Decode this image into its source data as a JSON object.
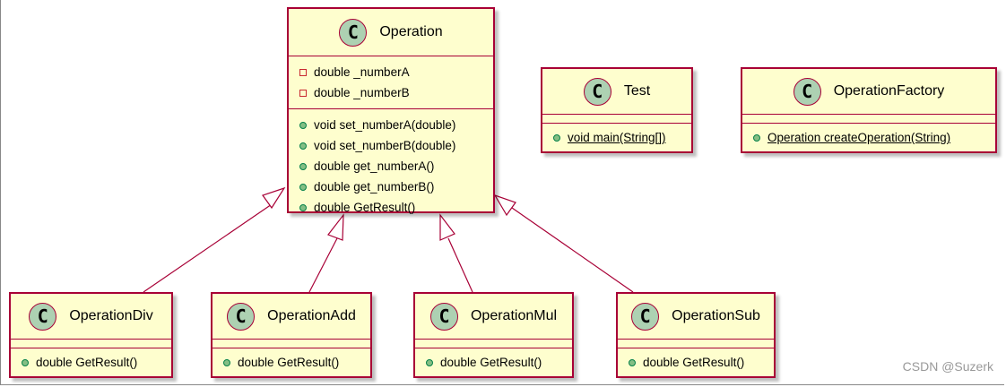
{
  "classes": {
    "operation": {
      "name": "Operation",
      "badge": "C",
      "fields": [
        {
          "visibility": "private",
          "text": "double _numberA"
        },
        {
          "visibility": "private",
          "text": "double _numberB"
        }
      ],
      "methods": [
        {
          "visibility": "public",
          "text": "void set_numberA(double)"
        },
        {
          "visibility": "public",
          "text": "void set_numberB(double)"
        },
        {
          "visibility": "public",
          "text": "double get_numberA()"
        },
        {
          "visibility": "public",
          "text": "double get_numberB()"
        },
        {
          "visibility": "public",
          "text": "double GetResult()"
        }
      ]
    },
    "test": {
      "name": "Test",
      "badge": "C",
      "methods": [
        {
          "visibility": "public",
          "static": true,
          "text": "void main(String[])"
        }
      ]
    },
    "factory": {
      "name": "OperationFactory",
      "badge": "C",
      "methods": [
        {
          "visibility": "public",
          "static": true,
          "text": "Operation createOperation(String)"
        }
      ]
    },
    "div": {
      "name": "OperationDiv",
      "badge": "C",
      "methods": [
        {
          "visibility": "public",
          "text": "double GetResult()"
        }
      ]
    },
    "add": {
      "name": "OperationAdd",
      "badge": "C",
      "methods": [
        {
          "visibility": "public",
          "text": "double GetResult()"
        }
      ]
    },
    "mul": {
      "name": "OperationMul",
      "badge": "C",
      "methods": [
        {
          "visibility": "public",
          "text": "double GetResult()"
        }
      ]
    },
    "sub": {
      "name": "OperationSub",
      "badge": "C",
      "methods": [
        {
          "visibility": "public",
          "text": "double GetResult()"
        }
      ]
    }
  },
  "relations": [
    {
      "type": "inheritance",
      "from": "OperationDiv",
      "to": "Operation"
    },
    {
      "type": "inheritance",
      "from": "OperationAdd",
      "to": "Operation"
    },
    {
      "type": "inheritance",
      "from": "OperationMul",
      "to": "Operation"
    },
    {
      "type": "inheritance",
      "from": "OperationSub",
      "to": "Operation"
    }
  ],
  "colors": {
    "class_fill": "#FEFECE",
    "border": "#A80036",
    "badge_fill": "#ADD1B2",
    "public_dot": "#84BE84",
    "private_box": "#C82930"
  },
  "watermark": "CSDN @Suzerk"
}
